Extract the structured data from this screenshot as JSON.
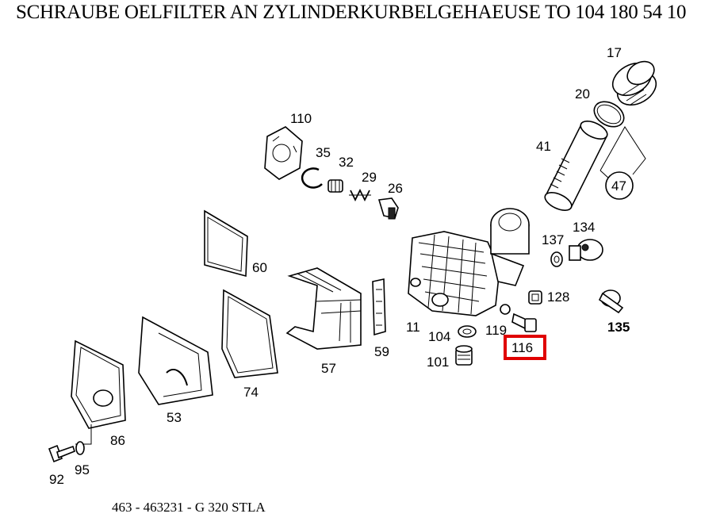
{
  "header": {
    "title": "SCHRAUBE OELFILTER AN ZYLINDERKURBELGEHAEUSE TO 104 180 54 10"
  },
  "footer": {
    "model": "463 - 463231 - G 320 STLA"
  },
  "highlight_color": "#e00000",
  "callouts": {
    "p17": "17",
    "p20": "20",
    "p41": "41",
    "p47": "47",
    "p110": "110",
    "p35": "35",
    "p32": "32",
    "p29": "29",
    "p26": "26",
    "p134": "134",
    "p137": "137",
    "p128": "128",
    "p135": "135",
    "p60": "60",
    "p11": "11",
    "p104": "104",
    "p119": "119",
    "p116": "116",
    "p101": "101",
    "p59": "59",
    "p57": "57",
    "p74": "74",
    "p53": "53",
    "p86": "86",
    "p92": "92",
    "p95": "95"
  },
  "selected_part": "116"
}
